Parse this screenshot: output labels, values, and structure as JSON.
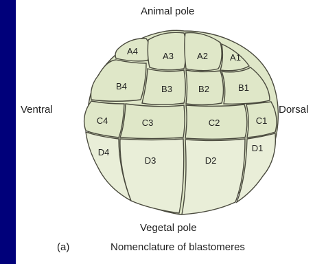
{
  "labels": {
    "animal_pole": "Animal pole",
    "vegetal_pole": "Vegetal pole",
    "ventral": "Ventral",
    "dorsal": "Dorsal",
    "caption_letter": "(a)",
    "caption_text": "Nomenclature of blastomeres"
  },
  "cells": {
    "A1": "A1",
    "A2": "A2",
    "A3": "A3",
    "A4": "A4",
    "B1": "B1",
    "B2": "B2",
    "B3": "B3",
    "B4": "B4",
    "C1": "C1",
    "C2": "C2",
    "C3": "C3",
    "C4": "C4",
    "D1": "D1",
    "D2": "D2",
    "D3": "D3",
    "D4": "D4"
  },
  "colors": {
    "background": "#00007a",
    "panel": "#ffffff",
    "cell_fill": "#dfe7c8",
    "outline": "#4a4a3e"
  }
}
